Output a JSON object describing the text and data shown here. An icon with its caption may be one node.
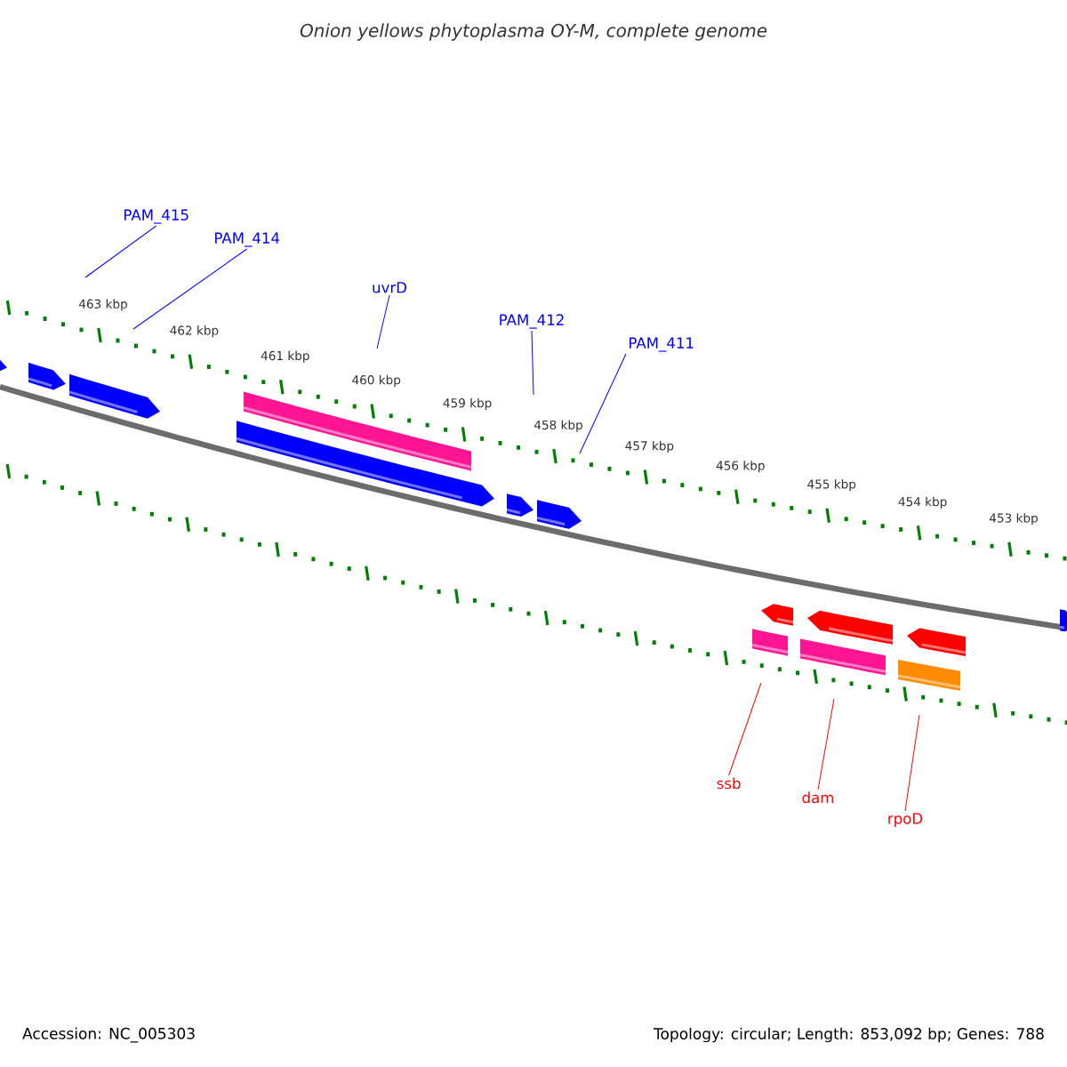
{
  "diagram": {
    "title": "Onion yellows phytoplasma OY-M, complete genome",
    "nodes": [
      {
        "text": [
          "PAM_415"
        ]
      },
      {
        "text": [
          "PAM_414"
        ]
      },
      {
        "text": [
          "uvrD"
        ]
      },
      {
        "text": [
          "PAM_412"
        ]
      },
      {
        "text": [
          "PAM_411"
        ]
      },
      {
        "text": [
          "ssb"
        ]
      },
      {
        "text": [
          "dam"
        ]
      },
      {
        "text": [
          "rpoD"
        ]
      }
    ],
    "edges": [
      {
        "from": 0,
        "to": null,
        "arrow": "none"
      },
      {
        "from": 1,
        "to": null,
        "arrow": "none"
      },
      {
        "from": 2,
        "to": null,
        "arrow": "none"
      },
      {
        "from": 3,
        "to": null,
        "arrow": "none"
      },
      {
        "from": 4,
        "to": null,
        "arrow": "none"
      },
      {
        "from": 5,
        "to": null,
        "arrow": "none",
        "color": "#ff0000"
      },
      {
        "from": 6,
        "to": null,
        "arrow": "none",
        "color": "#ff0000"
      },
      {
        "from": 7,
        "to": null,
        "arrow": "none",
        "color": "#ff0000"
      }
    ],
    "labels": [
      "463 kbp",
      "462 kbp",
      "461 kbp",
      "460 kbp",
      "459 kbp",
      "458 kbp",
      "457 kbp",
      "456 kbp",
      "455 kbp",
      "454 kbp",
      "453 kbp",
      "Accession: NC_005303",
      "Topology: circular; Length: 853,092 bp; Genes: 788"
    ]
  }
}
